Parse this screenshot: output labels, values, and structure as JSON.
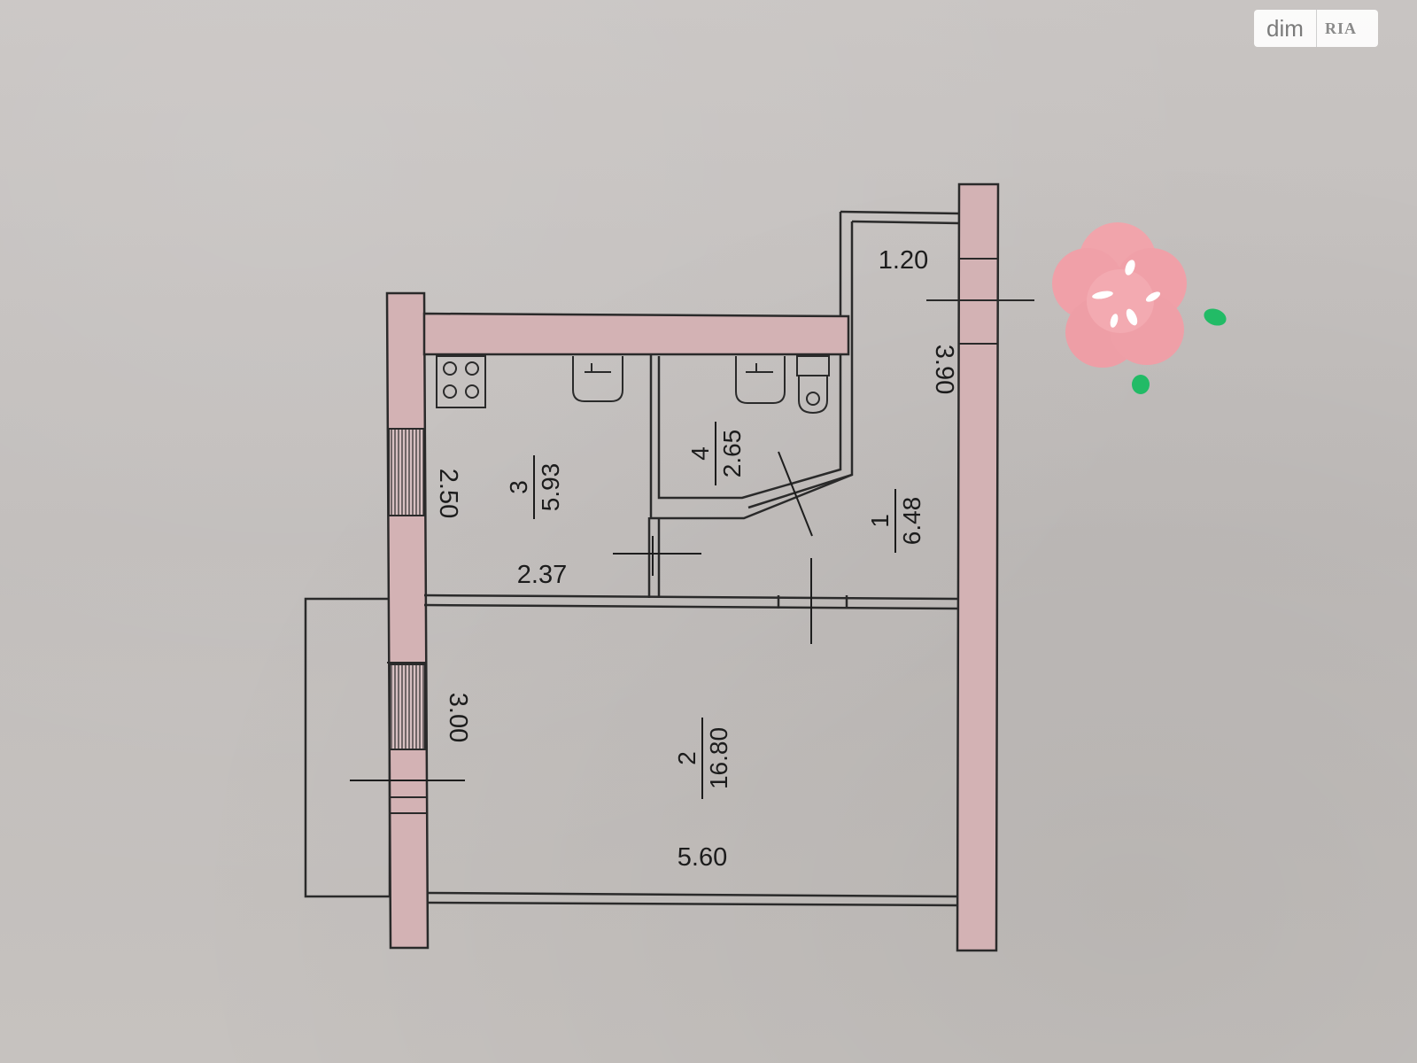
{
  "watermark": {
    "left_text": "dim",
    "right_text": "RIA"
  },
  "rooms": [
    {
      "number": "1",
      "area": "6.48"
    },
    {
      "number": "2",
      "area": "16.80"
    },
    {
      "number": "3",
      "area": "5.93"
    },
    {
      "number": "4",
      "area": "2.65"
    }
  ],
  "dimensions": {
    "d_1_20": "1.20",
    "d_3_90": "3.90",
    "d_2_50": "2.50",
    "d_2_37": "2.37",
    "d_3_00": "3.00",
    "d_5_60": "5.60"
  },
  "colors": {
    "background": "#c4c0bf",
    "wall_fill": "#d3b2b4",
    "line": "#2a2a2a",
    "flower_pink": "#f0a0a8",
    "leaf_green": "#22bb66"
  },
  "decorations": {
    "flower_icon": "pink-flower-sticker"
  }
}
